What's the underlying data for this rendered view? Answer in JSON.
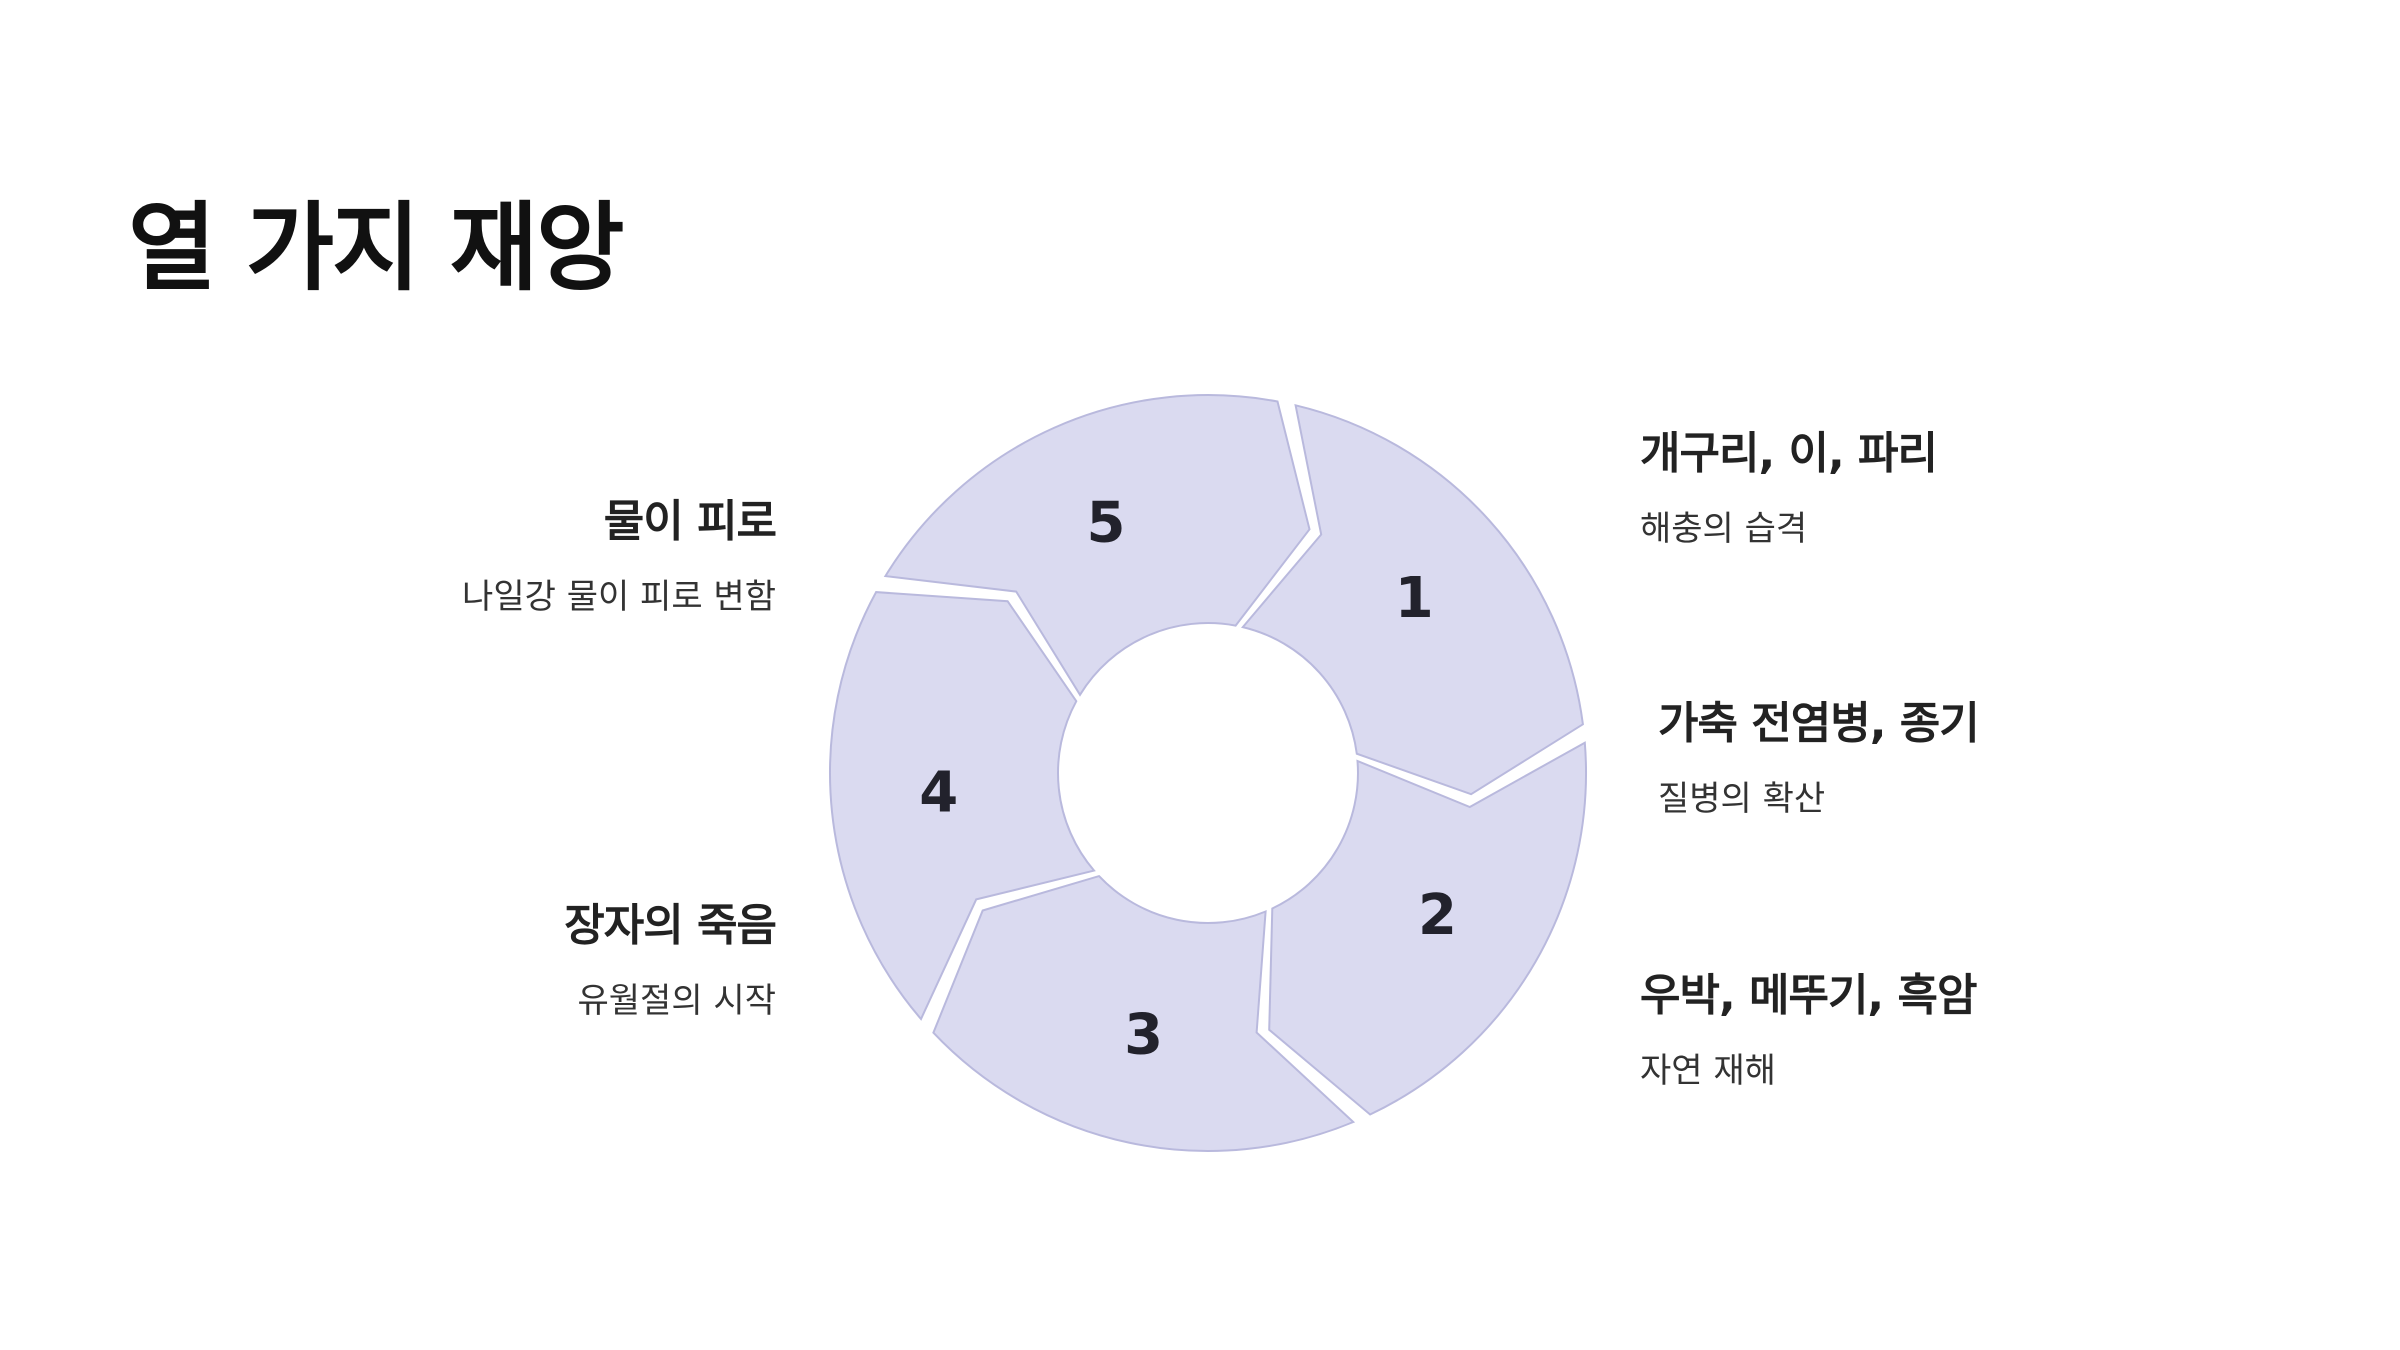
{
  "title": "열 가지 재앙",
  "items": [
    {
      "number": "1",
      "title": "물이 피로",
      "description": "나일강 물이 피로 변함"
    },
    {
      "number": "2",
      "title": "개구리, 이, 파리",
      "description": "해충의 습격"
    },
    {
      "number": "3",
      "title": "가축 전염병, 종기",
      "description": "질병의 확산"
    },
    {
      "number": "4",
      "title": "우박, 메뚜기, 흑암",
      "description": "자연 재해"
    },
    {
      "number": "5",
      "title": "장자의 죽음",
      "description": "유월절의 시작"
    }
  ],
  "colors": {
    "segment_fill": "#dadaf0",
    "segment_stroke": "#b9b9dd",
    "text": "#222222"
  }
}
